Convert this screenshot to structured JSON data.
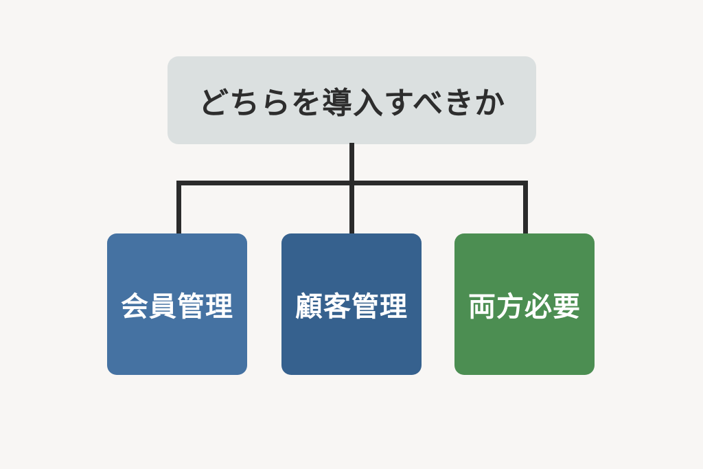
{
  "diagram": {
    "title": {
      "label": "どちらを導入すべきか",
      "bg_color": "#dbe0e0",
      "text_color": "#2d2d2d"
    },
    "options": [
      {
        "label": "会員管理",
        "bg_color": "#4572a2",
        "text_color": "#ffffff"
      },
      {
        "label": "顧客管理",
        "bg_color": "#36618e",
        "text_color": "#ffffff"
      },
      {
        "label": "両方必要",
        "bg_color": "#4c8e52",
        "text_color": "#ffffff"
      }
    ],
    "connector_color": "#2b2b2b",
    "background_color": "#f8f6f4"
  }
}
